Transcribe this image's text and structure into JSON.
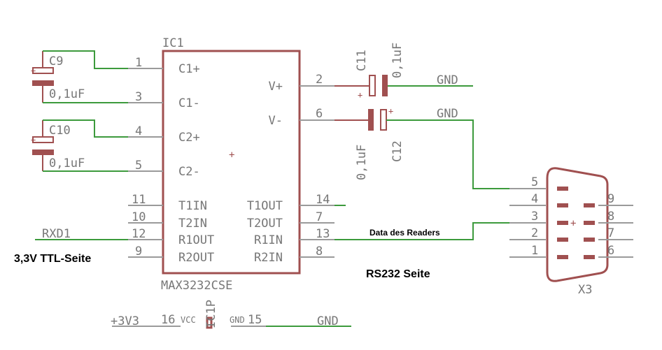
{
  "ic": {
    "ref": "IC1",
    "part": "MAX3232CSE",
    "pins_left": [
      {
        "num": "1",
        "name": "C1+"
      },
      {
        "num": "3",
        "name": "C1-"
      },
      {
        "num": "4",
        "name": "C2+"
      },
      {
        "num": "5",
        "name": "C2-"
      },
      {
        "num": "11",
        "name": "T1IN"
      },
      {
        "num": "10",
        "name": "T2IN"
      },
      {
        "num": "12",
        "name": "R1OUT"
      },
      {
        "num": "9",
        "name": "R2OUT"
      }
    ],
    "pins_right": [
      {
        "num": "2",
        "name": "V+"
      },
      {
        "num": "6",
        "name": "V-"
      },
      {
        "num": "14",
        "name": "T1OUT"
      },
      {
        "num": "7",
        "name": "T2OUT"
      },
      {
        "num": "13",
        "name": "R1IN"
      },
      {
        "num": "8",
        "name": "R2IN"
      }
    ]
  },
  "power": {
    "ref": "IC1P",
    "supply": "+3V3",
    "vcc_pin": "16",
    "vcc_label": "VCC",
    "gnd_label": "GND",
    "gnd_pin": "15",
    "net": "GND"
  },
  "caps": [
    {
      "ref": "C9",
      "value": "0,1uF"
    },
    {
      "ref": "C10",
      "value": "0,1uF"
    },
    {
      "ref": "C11",
      "value": "0,1uF"
    },
    {
      "ref": "C12",
      "value": "0,1uF"
    }
  ],
  "nets": {
    "gnd_top": "GND",
    "gnd_mid": "GND",
    "rxd": "RXD1"
  },
  "connector": {
    "ref": "X3",
    "pins_left": [
      "5",
      "4",
      "3",
      "2",
      "1"
    ],
    "pins_right": [
      "9",
      "8",
      "7",
      "6"
    ]
  },
  "annotations": {
    "ttl_side": "3,3V TTL-Seite",
    "rs232_side": "RS232 Seite",
    "data_label": "Data des Readers"
  },
  "colors": {
    "part_outline": "#a05050",
    "wire": "#3c9a3c",
    "pin": "#9a9a9a",
    "label": "#777777"
  }
}
